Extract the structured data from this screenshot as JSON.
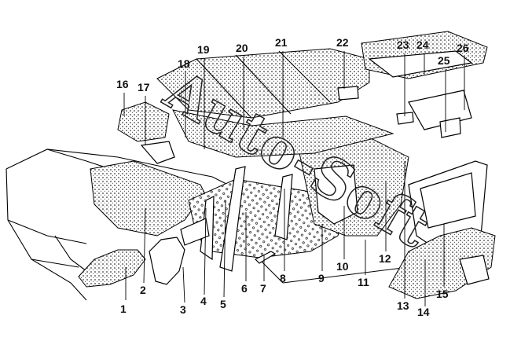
{
  "watermark": "Auto-Soft",
  "callouts": [
    {
      "id": 1,
      "label": "1"
    },
    {
      "id": 2,
      "label": "2"
    },
    {
      "id": 3,
      "label": "3"
    },
    {
      "id": 4,
      "label": "4"
    },
    {
      "id": 5,
      "label": "5"
    },
    {
      "id": 6,
      "label": "6"
    },
    {
      "id": 7,
      "label": "7"
    },
    {
      "id": 8,
      "label": "8"
    },
    {
      "id": 9,
      "label": "9"
    },
    {
      "id": 10,
      "label": "10"
    },
    {
      "id": 11,
      "label": "11"
    },
    {
      "id": 12,
      "label": "12"
    },
    {
      "id": 13,
      "label": "13"
    },
    {
      "id": 14,
      "label": "14"
    },
    {
      "id": 15,
      "label": "15"
    },
    {
      "id": 16,
      "label": "16"
    },
    {
      "id": 17,
      "label": "17"
    },
    {
      "id": 18,
      "label": "18"
    },
    {
      "id": 19,
      "label": "19"
    },
    {
      "id": 20,
      "label": "20"
    },
    {
      "id": 21,
      "label": "21"
    },
    {
      "id": 22,
      "label": "22"
    },
    {
      "id": 23,
      "label": "23"
    },
    {
      "id": 24,
      "label": "24"
    },
    {
      "id": 25,
      "label": "25"
    },
    {
      "id": 26,
      "label": "26"
    }
  ]
}
